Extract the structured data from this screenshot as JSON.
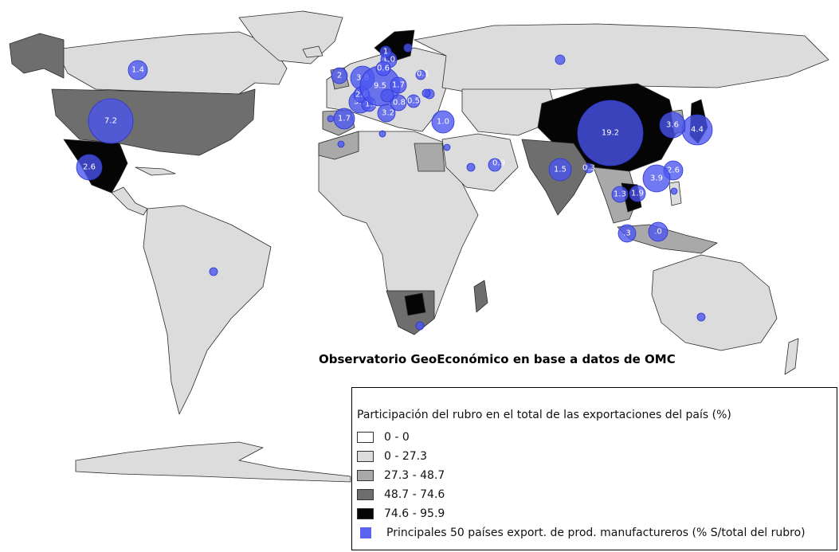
{
  "map": {
    "credit": "Observatorio GeoEconómico en base a datos de OMC",
    "legend": {
      "title": "Participación del rubro en el total de las exportaciones del país (%)",
      "classes": [
        {
          "label": "0 - 0",
          "color": "#ffffff"
        },
        {
          "label": "0 - 27.3",
          "color": "#dcdcdc"
        },
        {
          "label": "27.3 - 48.7",
          "color": "#a9a9a9"
        },
        {
          "label": "48.7 - 74.6",
          "color": "#6e6e6e"
        },
        {
          "label": "74.6 - 95.9",
          "color": "#050505"
        }
      ],
      "symbol_label": "Principales 50 países export. de prod. manufactureros (% S/total del rubro)",
      "symbol_color": "#5a63f2"
    },
    "bubble_values": {
      "china": "19.2",
      "usa": "7.2",
      "canada": "1.4",
      "mexico": "2.6",
      "japan": "4.4",
      "korea": "3.6",
      "taiwan": "2.6",
      "vietnam": "3.9",
      "thailand": "1.3",
      "cambodia": "1.9",
      "india": "1.5",
      "bangladesh": "0.3",
      "turkey": "1.0",
      "spain": "1.7",
      "germany": "9.5",
      "france": "3.0",
      "uk": "3.8",
      "ireland": "2",
      "netherlands": "2.6",
      "belgium": "1.8",
      "italy": "3.2",
      "poland": "1.7",
      "czech": "0.8",
      "hungary": "0.5",
      "sweden": "1.0",
      "denmark": "0.6",
      "finland": "1",
      "lithuania": "0.1",
      "uae": "0.9",
      "malaysia": ".3",
      "indonesia": ".0"
    }
  }
}
